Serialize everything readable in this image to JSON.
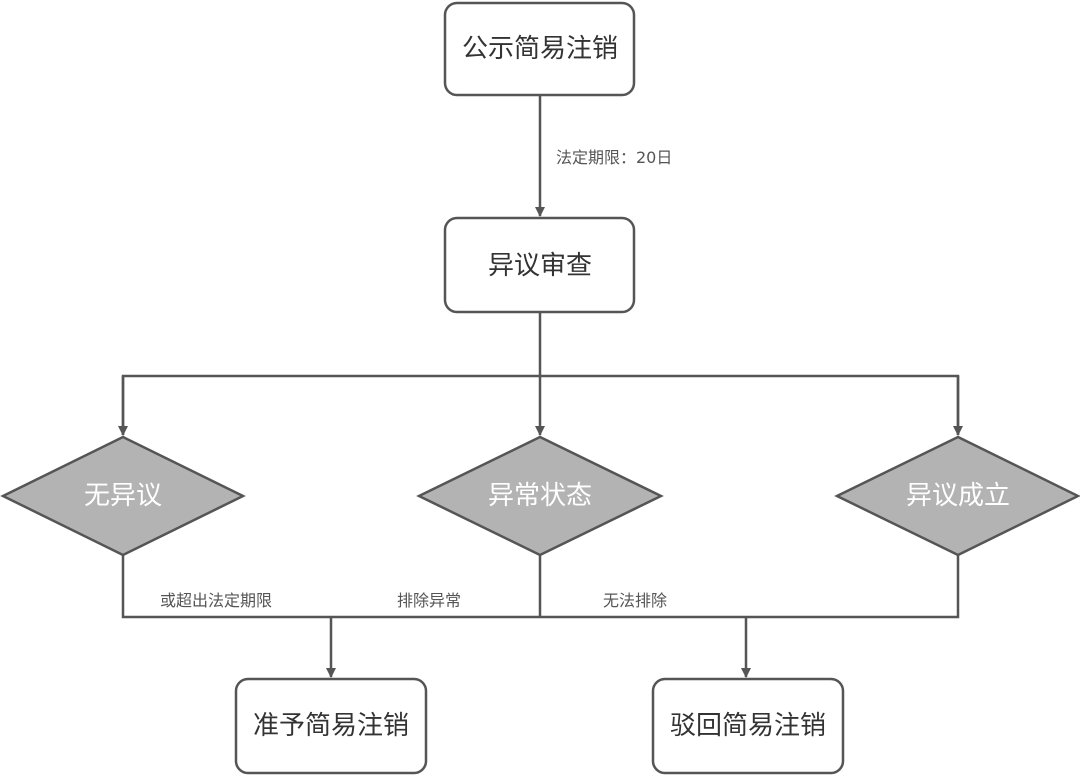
{
  "nodes": {
    "publish": "公示简易注销",
    "review": "异议审查",
    "no_objection": "无异议",
    "abnormal": "异常状态",
    "objection_valid": "异议成立",
    "approve": "准予简易注销",
    "reject": "驳回简易注销"
  },
  "edge_labels": {
    "period": "法定期限：20日",
    "overdue": "或超出法定期限",
    "resolved": "排除异常",
    "unresolved": "无法排除"
  },
  "colors": {
    "line": "#555555",
    "diamond": "#b3b3b3"
  }
}
